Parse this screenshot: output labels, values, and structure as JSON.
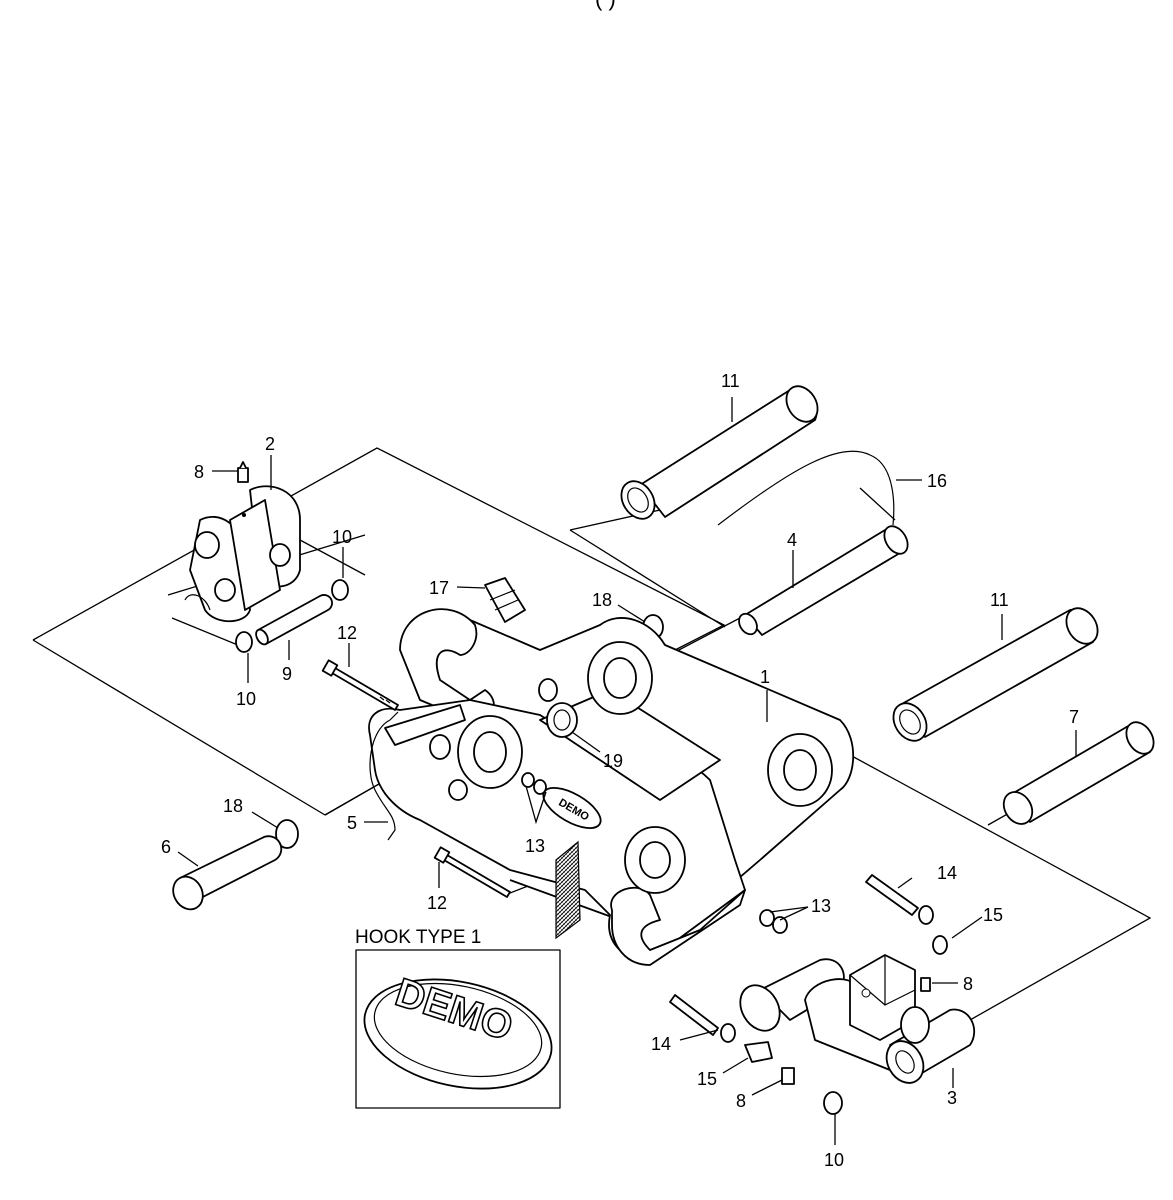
{
  "header": {
    "fragment": "(                              )"
  },
  "inset": {
    "title": "HOOK TYPE 1",
    "logo_text": "DEMO"
  },
  "main_logo_text": "DEMO",
  "callouts": [
    {
      "id": "c11a",
      "label": "11"
    },
    {
      "id": "c2",
      "label": "2"
    },
    {
      "id": "c8a",
      "label": "8"
    },
    {
      "id": "c16",
      "label": "16"
    },
    {
      "id": "c10a",
      "label": "10"
    },
    {
      "id": "c4",
      "label": "4"
    },
    {
      "id": "c17",
      "label": "17"
    },
    {
      "id": "c18a",
      "label": "18"
    },
    {
      "id": "c11b",
      "label": "11"
    },
    {
      "id": "c12a",
      "label": "12"
    },
    {
      "id": "c9",
      "label": "9"
    },
    {
      "id": "c10b",
      "label": "10"
    },
    {
      "id": "c1",
      "label": "1"
    },
    {
      "id": "c7",
      "label": "7"
    },
    {
      "id": "c19",
      "label": "19"
    },
    {
      "id": "c18b",
      "label": "18"
    },
    {
      "id": "c5",
      "label": "5"
    },
    {
      "id": "c6",
      "label": "6"
    },
    {
      "id": "c13a",
      "label": "13"
    },
    {
      "id": "c14a",
      "label": "14"
    },
    {
      "id": "c12b",
      "label": "12"
    },
    {
      "id": "c13b",
      "label": "13"
    },
    {
      "id": "c15a",
      "label": "15"
    },
    {
      "id": "c8b",
      "label": "8"
    },
    {
      "id": "c14b",
      "label": "14"
    },
    {
      "id": "c15b",
      "label": "15"
    },
    {
      "id": "c8c",
      "label": "8"
    },
    {
      "id": "c3",
      "label": "3"
    },
    {
      "id": "c10c",
      "label": "10"
    }
  ]
}
